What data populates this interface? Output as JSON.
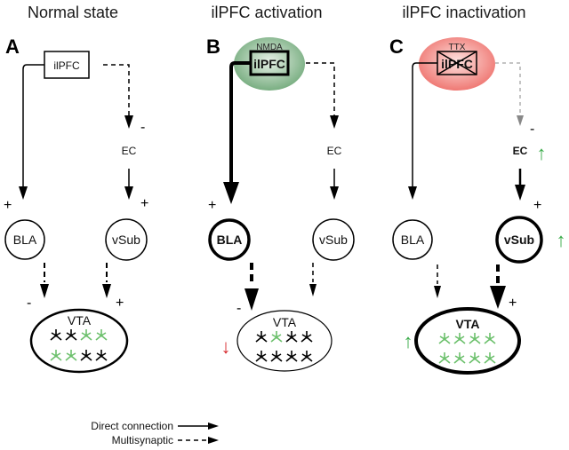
{
  "panels": [
    {
      "letter": "A",
      "title": "Normal state"
    },
    {
      "letter": "B",
      "title": "ilPFC activation",
      "drug": "NMDA"
    },
    {
      "letter": "C",
      "title": "ilPFC inactivation",
      "drug": "TTX"
    }
  ],
  "nodes": {
    "ilpfc": "ilPFC",
    "ec": "EC",
    "bla": "BLA",
    "vsub": "vSub",
    "vta": "VTA"
  },
  "signs": {
    "plus": "+",
    "minus": "-"
  },
  "legend": {
    "direct": "Direct connection",
    "multi": "Multisynaptic"
  },
  "colors": {
    "green": "#3aab4a",
    "red": "#d6262b",
    "activation_fill": "#6fa878",
    "inactivation_fill": "#ee6f6a",
    "neuron_green": "#6cc06c"
  }
}
